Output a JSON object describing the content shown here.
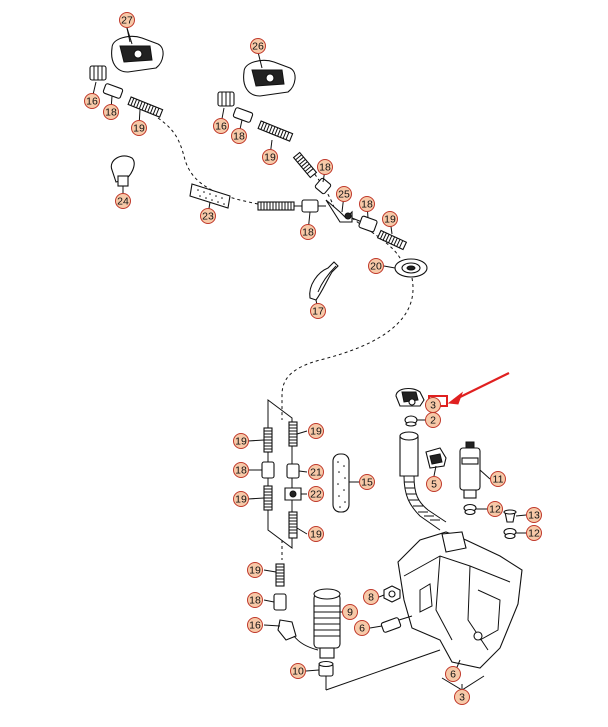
{
  "colors": {
    "callout_fill": "#f7c9a8",
    "callout_stroke": "#c0392b",
    "highlight": "#e02020",
    "line": "#111111"
  },
  "callouts": [
    {
      "id": "c27a",
      "label": "27"
    },
    {
      "id": "c26a",
      "label": "26"
    },
    {
      "id": "c16a",
      "label": "16"
    },
    {
      "id": "c18a",
      "label": "18"
    },
    {
      "id": "c19a",
      "label": "19"
    },
    {
      "id": "c16b",
      "label": "16"
    },
    {
      "id": "c18b",
      "label": "18"
    },
    {
      "id": "c19b",
      "label": "19"
    },
    {
      "id": "c18c",
      "label": "18"
    },
    {
      "id": "c25a",
      "label": "25"
    },
    {
      "id": "c18d",
      "label": "18"
    },
    {
      "id": "c19c",
      "label": "19"
    },
    {
      "id": "c18e",
      "label": "18"
    },
    {
      "id": "c23a",
      "label": "23"
    },
    {
      "id": "c24a",
      "label": "24"
    },
    {
      "id": "c20a",
      "label": "20"
    },
    {
      "id": "c17a",
      "label": "17"
    },
    {
      "id": "c3a",
      "label": "3"
    },
    {
      "id": "c2a",
      "label": "2"
    },
    {
      "id": "c19d",
      "label": "19"
    },
    {
      "id": "c19e",
      "label": "19"
    },
    {
      "id": "c18f",
      "label": "18"
    },
    {
      "id": "c21a",
      "label": "21"
    },
    {
      "id": "c15a",
      "label": "15"
    },
    {
      "id": "c19f",
      "label": "19"
    },
    {
      "id": "c22a",
      "label": "22"
    },
    {
      "id": "c19g",
      "label": "19"
    },
    {
      "id": "c5a",
      "label": "5"
    },
    {
      "id": "c11a",
      "label": "11"
    },
    {
      "id": "c12a",
      "label": "12"
    },
    {
      "id": "c13a",
      "label": "13"
    },
    {
      "id": "c12b",
      "label": "12"
    },
    {
      "id": "c19h",
      "label": "19"
    },
    {
      "id": "c18g",
      "label": "18"
    },
    {
      "id": "c8a",
      "label": "8"
    },
    {
      "id": "c9a",
      "label": "9"
    },
    {
      "id": "c16c",
      "label": "16"
    },
    {
      "id": "c6a",
      "label": "6"
    },
    {
      "id": "c10a",
      "label": "10"
    },
    {
      "id": "c6b",
      "label": "6"
    },
    {
      "id": "c3b",
      "label": "3"
    }
  ]
}
